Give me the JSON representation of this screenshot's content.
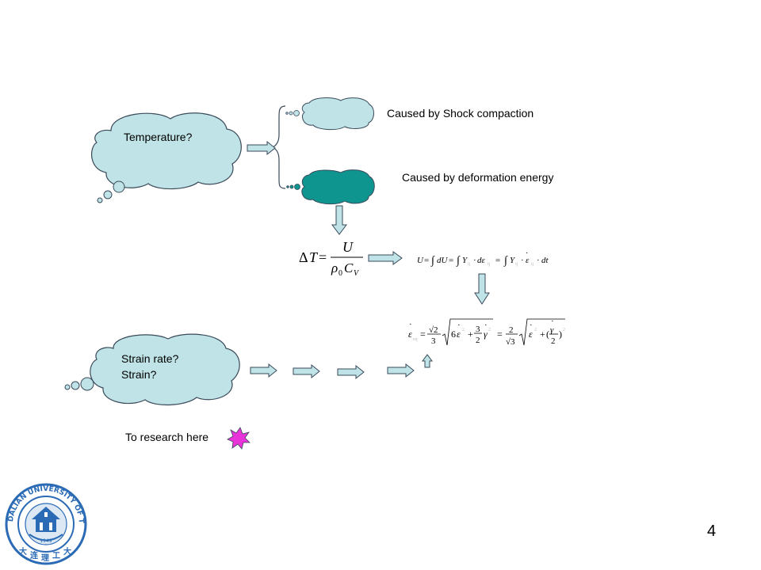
{
  "nodes": {
    "temperature": "Temperature?",
    "strain_rate_line1": "Strain rate?",
    "strain_rate_line2": "Strain?",
    "shock": "Caused by Shock compaction",
    "deformation": "Caused by deformation energy",
    "research": "To research here"
  },
  "equations": {
    "delta_t": "ΔT = U / (ρ₀ C_V)",
    "energy": "U = ∫dU = ∫Y_ij · dε_ij = ∫Y_ij · ε̇_ij · dt",
    "strain_rate": "ε̇_eq = (√2/3) √(6ε̇² + (3/2)γ̇²) = (2/√3) √(ε̇² + (γ̇/2)²)"
  },
  "logo": {
    "text": "DALIAN UNIVERSITY OF TECHNOLOGY",
    "year": "1949"
  },
  "page_number": "4",
  "colors": {
    "light_cloud": "#bfe3e6",
    "dark_cloud": "#0f9590",
    "burst": "#e834d8",
    "logo_blue": "#2b6bb5"
  }
}
